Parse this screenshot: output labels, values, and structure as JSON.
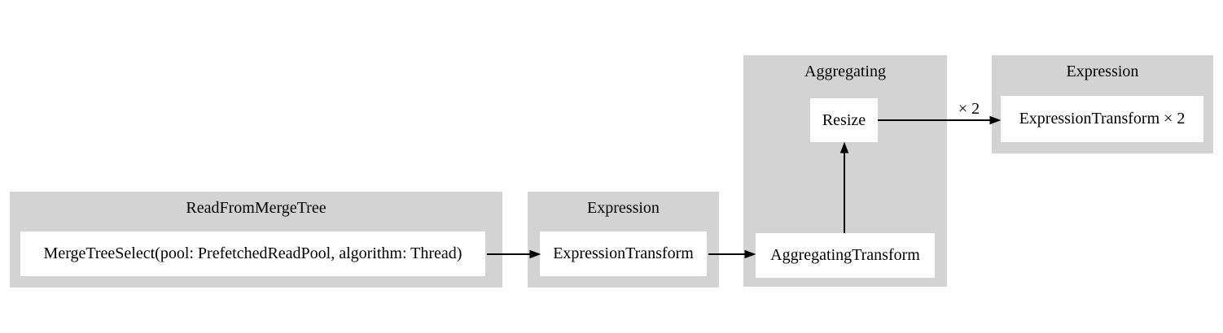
{
  "colors": {
    "background": "#ffffff",
    "cluster_fill": "#d3d3d3",
    "node_fill": "#ffffff",
    "text": "#000000",
    "edge": "#000000"
  },
  "pipeline": {
    "clusters": [
      {
        "label": "ReadFromMergeTree"
      },
      {
        "label": "Expression"
      },
      {
        "label": "Aggregating"
      },
      {
        "label": "Expression"
      }
    ],
    "nodes": [
      {
        "label": "MergeTreeSelect(pool: PrefetchedReadPool, algorithm: Thread)",
        "cluster": "ReadFromMergeTree"
      },
      {
        "label": "ExpressionTransform",
        "cluster": "Expression"
      },
      {
        "label": "AggregatingTransform",
        "cluster": "Aggregating"
      },
      {
        "label": "Resize",
        "cluster": "Aggregating"
      },
      {
        "label": "ExpressionTransform × 2",
        "cluster": "Expression"
      }
    ],
    "edges": [
      {
        "from": "MergeTreeSelect(pool: PrefetchedReadPool, algorithm: Thread)",
        "to": "ExpressionTransform",
        "label": ""
      },
      {
        "from": "ExpressionTransform",
        "to": "AggregatingTransform",
        "label": ""
      },
      {
        "from": "AggregatingTransform",
        "to": "Resize",
        "label": ""
      },
      {
        "from": "Resize",
        "to": "ExpressionTransform × 2",
        "label": "× 2"
      }
    ]
  }
}
